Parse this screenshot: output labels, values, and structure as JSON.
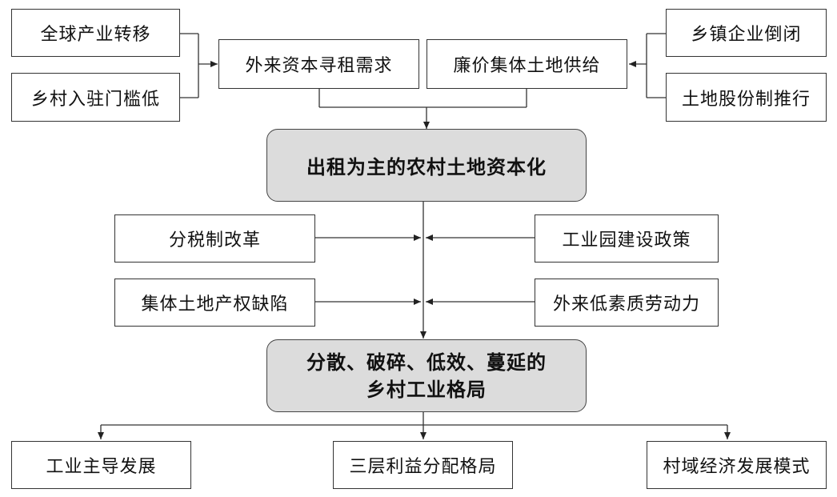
{
  "top_left": [
    "全球产业转移",
    "乡村入驻门槛低"
  ],
  "top_middle": [
    "外来资本寻租需求",
    "廉价集体土地供给"
  ],
  "top_right": [
    "乡镇企业倒闭",
    "土地股份制推行"
  ],
  "core1": "出租为主的农村土地资本化",
  "factors_left": [
    "分税制改革",
    "集体土地产权缺陷"
  ],
  "factors_right": [
    "工业园建设政策",
    "外来低素质劳动力"
  ],
  "core2": [
    "分散、破碎、低效、蔓延的",
    "乡村工业格局"
  ],
  "outcomes": [
    "工业主导发展",
    "三层利益分配格局",
    "村域经济发展模式"
  ]
}
